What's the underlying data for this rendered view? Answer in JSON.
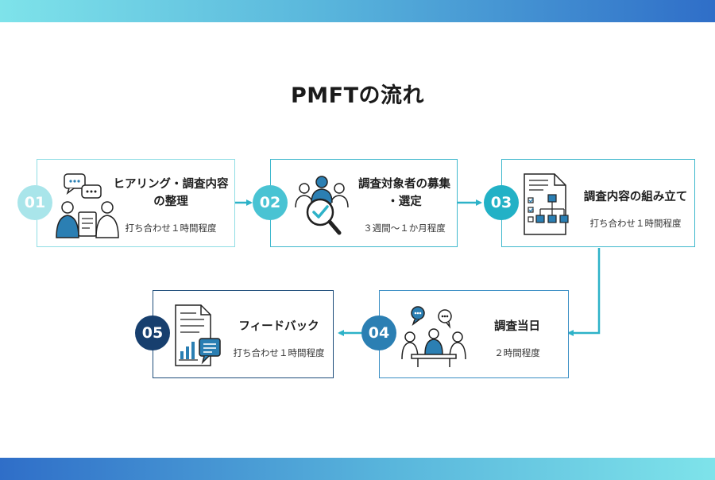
{
  "title": "PMFTの流れ",
  "steps": [
    {
      "number": "01",
      "label_line1": "ヒアリング・調査内容",
      "label_line2": "の整理",
      "duration": "打ち合わせ１時間程度"
    },
    {
      "number": "02",
      "label_line1": "調査対象者の募集",
      "label_line2": "・選定",
      "duration": "３週間〜１か月程度"
    },
    {
      "number": "03",
      "label_line1": "調査内容の組み立て",
      "label_line2": "",
      "duration": "打ち合わせ１時間程度"
    },
    {
      "number": "04",
      "label_line1": "調査当日",
      "label_line2": "",
      "duration": "２時間程度"
    },
    {
      "number": "05",
      "label_line1": "フィードバック",
      "label_line2": "",
      "duration": "打ち合わせ１時間程度"
    }
  ],
  "colors": {
    "step01_badge": "#a9e5ea",
    "step02_badge": "#49c3d3",
    "step03_badge": "#22b1c6",
    "step04_badge": "#2b7fb3",
    "step05_badge": "#173f6e",
    "card_border_light": "#8fdde5",
    "card_border_mid": "#3fb8cd",
    "card_border_dark": "#1e4d7a",
    "arrow": "#2db2c8"
  },
  "icons": [
    "interview-icon",
    "recruit-search-icon",
    "flowchart-document-icon",
    "meeting-icon",
    "report-chart-icon"
  ]
}
